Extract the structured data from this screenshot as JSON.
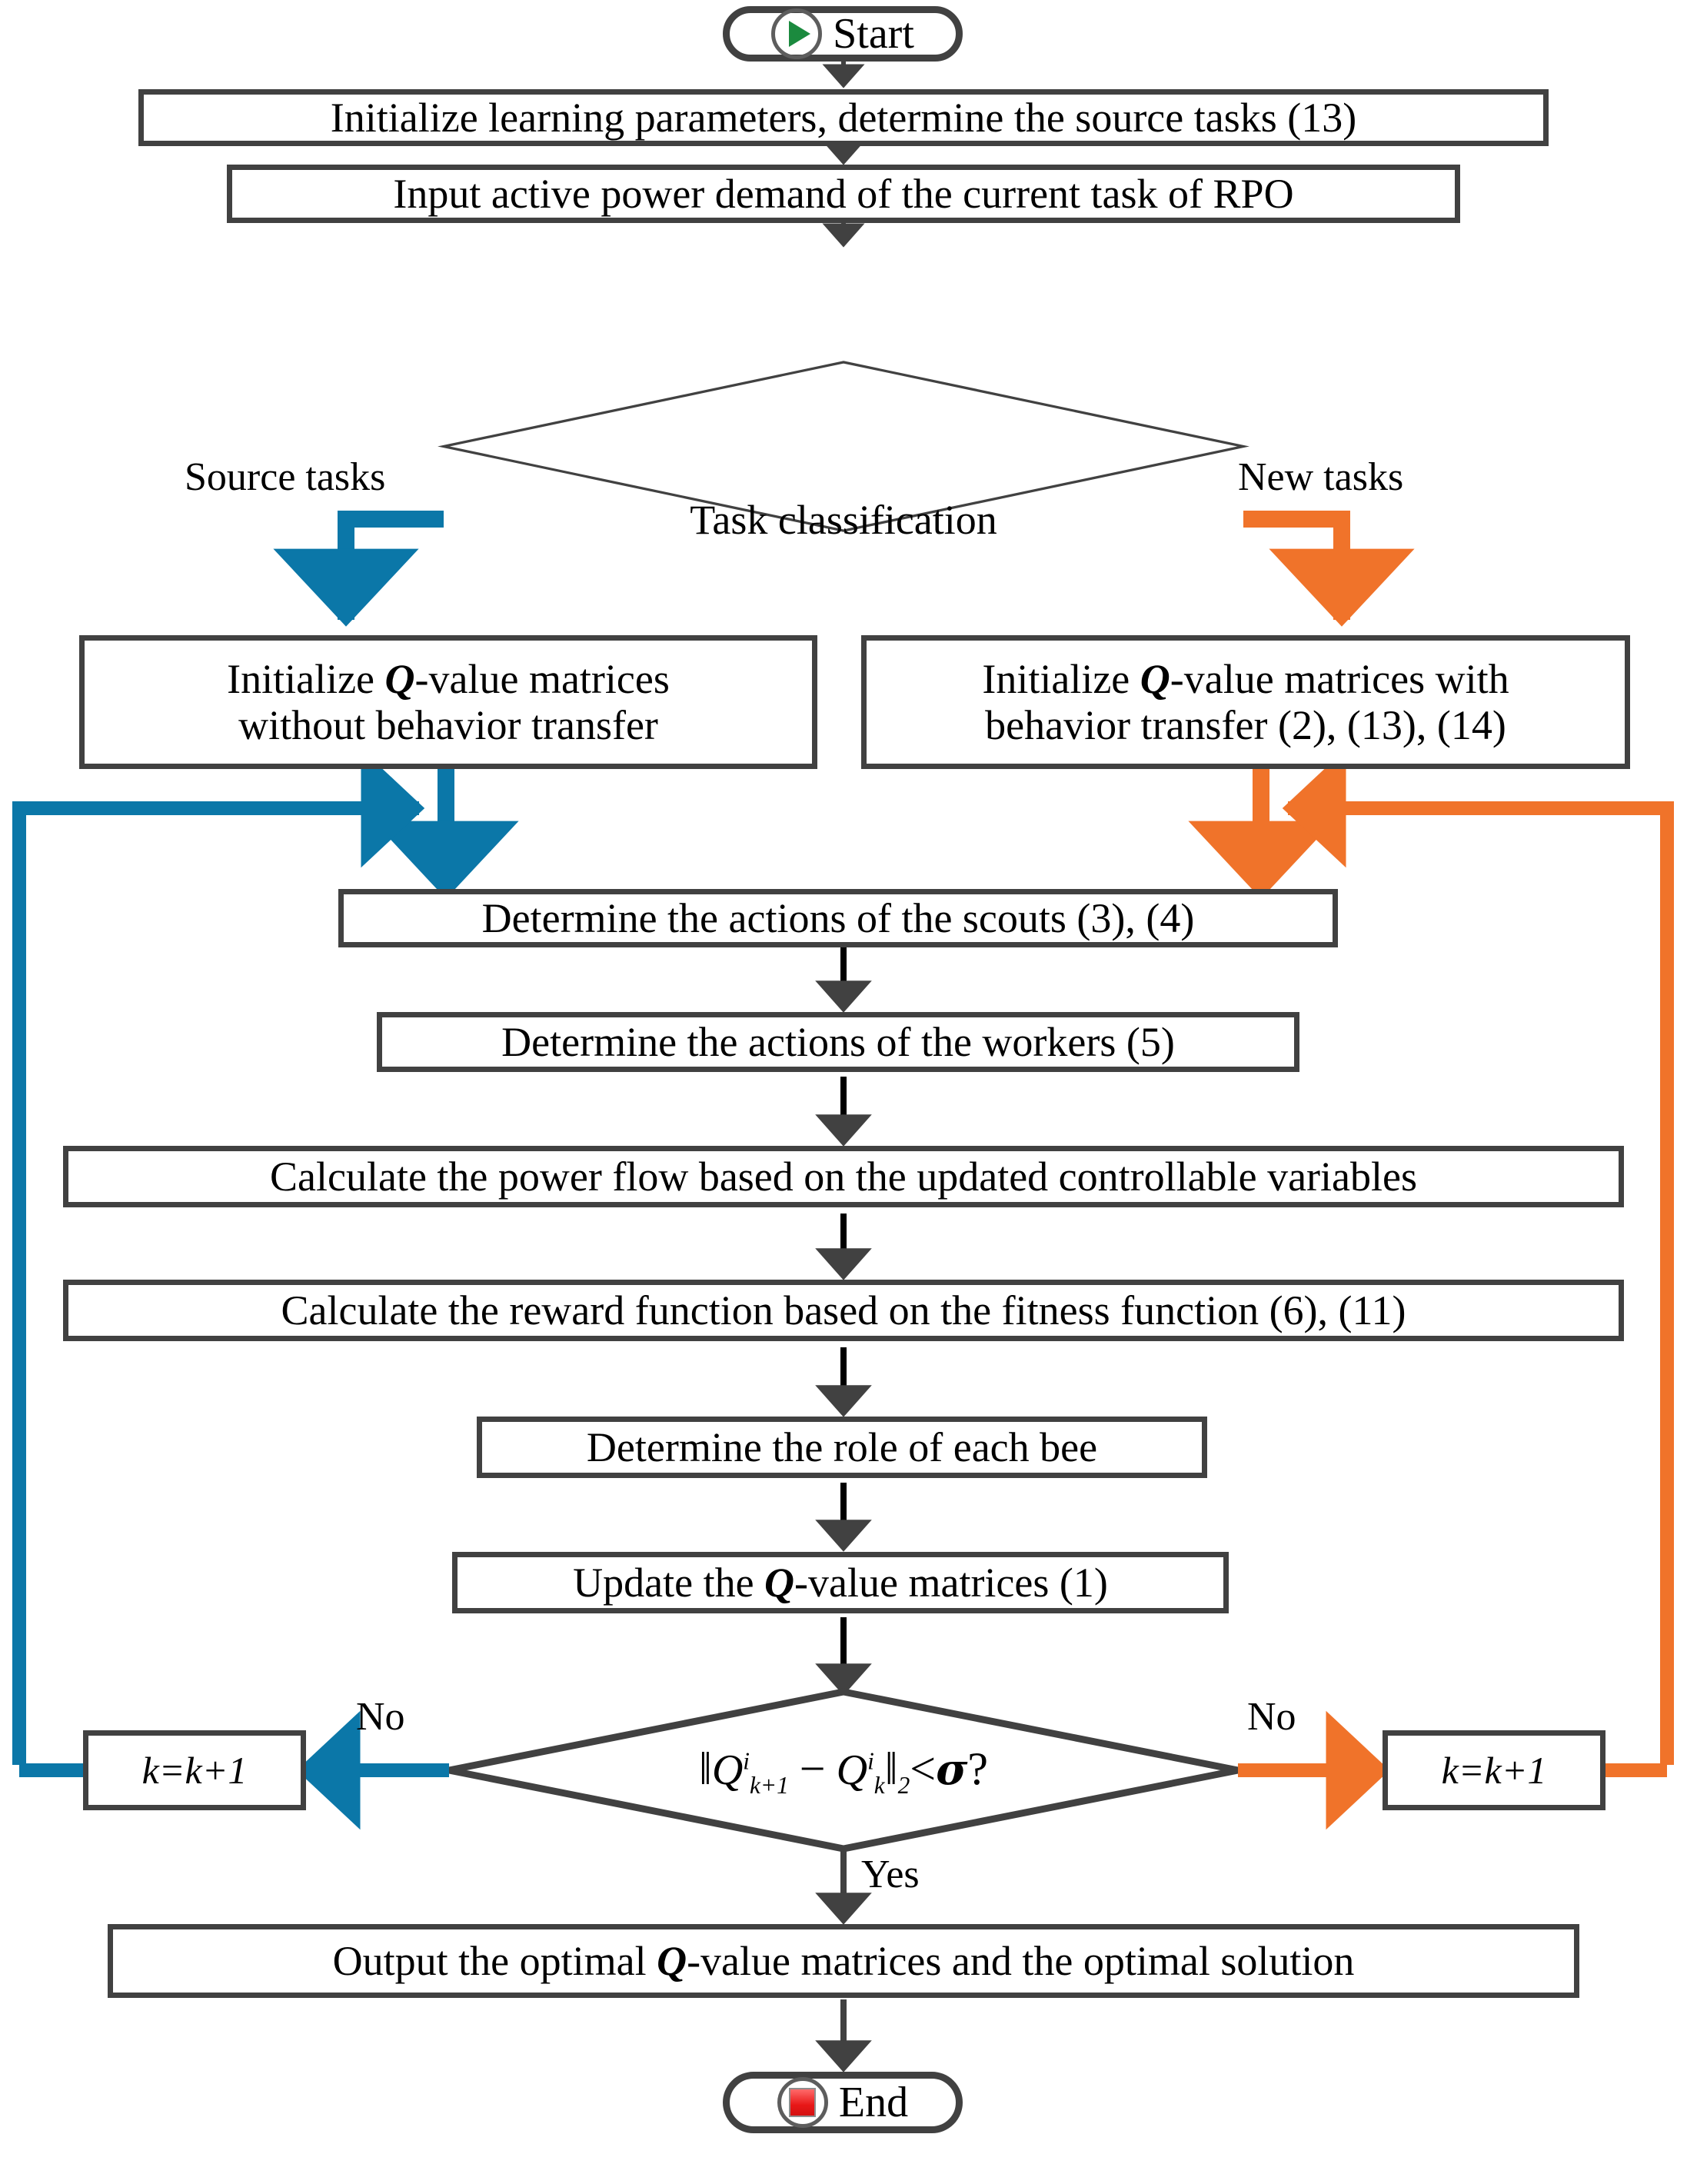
{
  "diagram": {
    "title": "Transfer-learning bee-colony RPO algorithm flowchart",
    "colors": {
      "stroke": "#414141",
      "blue_branch": "#0b77a8",
      "orange_branch": "#f0732a",
      "start_icon": "#1b8a3e",
      "end_icon": "#e81717"
    },
    "nodes": {
      "start": {
        "label": "Start",
        "icon": "play-icon"
      },
      "end": {
        "label": "End",
        "icon": "stop-icon"
      },
      "init_params": {
        "label": "Initialize  learning parameters, determine the source tasks (13)"
      },
      "input_power": {
        "label": "Input active power demand of the current task of RPO"
      },
      "task_classification": {
        "label": "Task classification"
      },
      "init_without": {
        "line1_pre": "Initialize  ",
        "line1_q": "Q",
        "line1_post": "-value matrices",
        "line2": "without behavior transfer"
      },
      "init_with": {
        "line1_pre": "Initialize  ",
        "line1_q": "Q",
        "line1_post": "-value matrices with",
        "line2": "behavior transfer (2), (13), (14)"
      },
      "scouts": {
        "label": "Determine the actions of the scouts (3), (4)"
      },
      "workers": {
        "label": "Determine the actions of the workers (5)"
      },
      "power_flow": {
        "label": "Calculate the power flow based on the updated controllable variables"
      },
      "reward": {
        "label": "Calculate the reward function based on the fitness function (6), (11)"
      },
      "role": {
        "label": "Determine the role of each bee"
      },
      "update_q": {
        "pre": "Update the ",
        "q": "Q",
        "post": "-value matrices (1)"
      },
      "convergence": {
        "formula_plain": "|| Q^i_{k+1} - Q^i_k ||_2 < σ ?",
        "norm_open": "‖",
        "q": "Q",
        "sup": "i",
        "sub1": "k+1",
        "sub2": "k",
        "minus": "−",
        "norm_close": "‖",
        "norm_sub": "2",
        "lt": "<",
        "sigma": "σ",
        "question": "?"
      },
      "k_increment_left": {
        "label": "k=k+1"
      },
      "k_increment_right": {
        "label": "k=k+1"
      },
      "output": {
        "pre": "Output the optimal ",
        "q": "Q",
        "post": "-value matrices and the optimal solution"
      }
    },
    "edge_labels": {
      "source_tasks": "Source tasks",
      "new_tasks": "New tasks",
      "no_left": "No",
      "no_right": "No",
      "yes": "Yes"
    }
  }
}
